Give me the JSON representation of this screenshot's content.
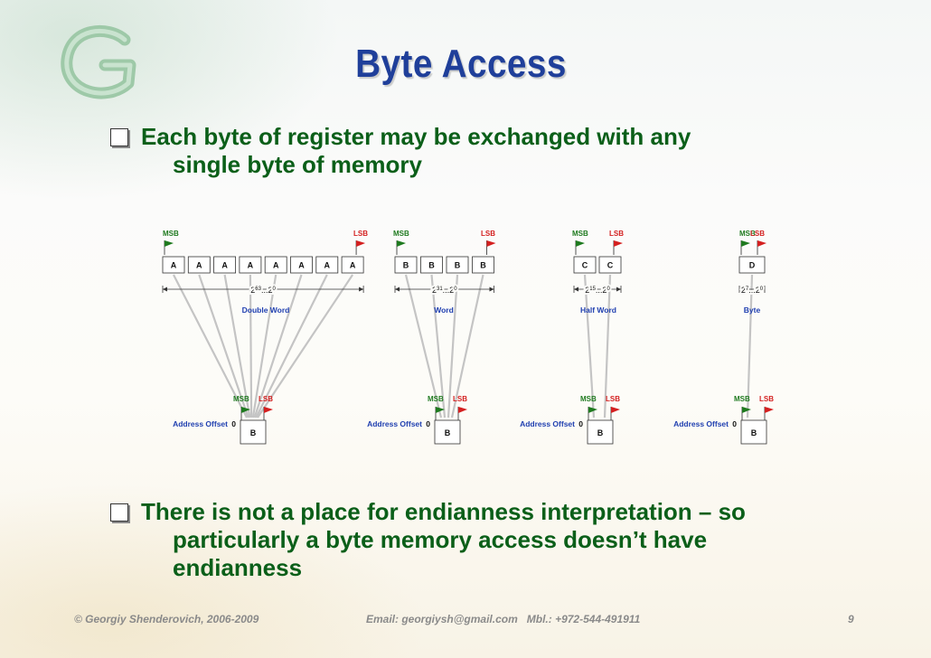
{
  "title": "Byte Access",
  "bullets": [
    {
      "line1": "Each byte of register may be exchanged with any",
      "line2": "single byte of memory"
    },
    {
      "line1": "There is not a place for endianness interpretation – so",
      "line2": "particularly a byte memory access doesn’t have",
      "line3": "endianness"
    }
  ],
  "diagram": {
    "msb": "MSB",
    "lsb": "LSB",
    "address_offset": "Address Offset",
    "offset_value": "0",
    "memory_byte": "B",
    "range_dots": "...",
    "range_base": "2",
    "range_low_exp": "0",
    "groups": [
      {
        "name": "Double Word",
        "byte": "A",
        "count": 8,
        "high_exp": "63"
      },
      {
        "name": "Word",
        "byte": "B",
        "count": 4,
        "high_exp": "31"
      },
      {
        "name": "Half Word",
        "byte": "C",
        "count": 2,
        "high_exp": "15"
      },
      {
        "name": "Byte",
        "byte": "D",
        "count": 1,
        "high_exp": "7"
      }
    ],
    "colors": {
      "msb": "#1f7a1f",
      "lsb": "#d42020",
      "label": "#1f3fb0",
      "line": "#c4c4c4"
    }
  },
  "footer": {
    "author": "© Georgiy Shenderovich, 2006-2009",
    "contact": "Email: georgiysh@gmail.com   Mbl.: +972-544-491911",
    "page": "9"
  }
}
